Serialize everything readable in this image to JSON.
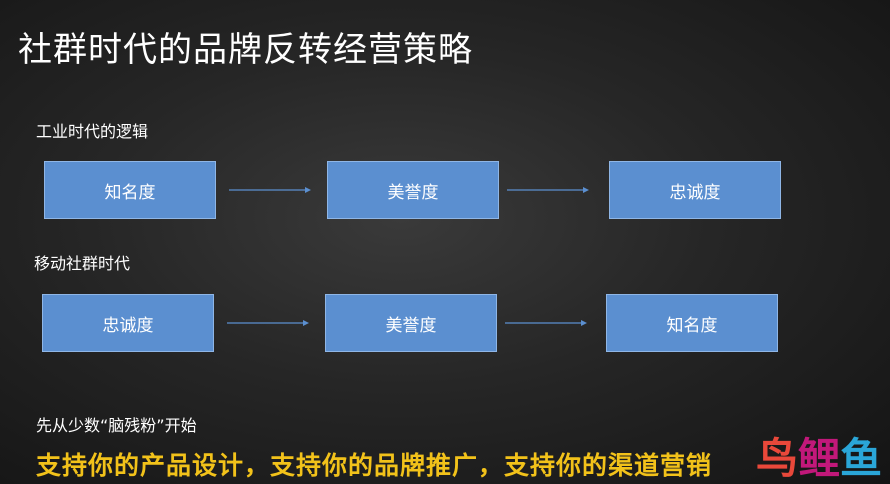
{
  "title": "社群时代的品牌反转经营策略",
  "rows": [
    {
      "label": "工业时代的逻辑",
      "steps": [
        "知名度",
        "美誉度",
        "忠诚度"
      ]
    },
    {
      "label": "移动社群时代",
      "steps": [
        "忠诚度",
        "美誉度",
        "知名度"
      ]
    }
  ],
  "note": "先从少数“脑残粉”开始",
  "highlight": "支持你的产品设计，支持你的品牌推广，支持你的渠道营销",
  "watermark": {
    "chars": [
      "鸟",
      "鲤",
      "鱼"
    ],
    "colors": [
      "#e9483a",
      "#c2187a",
      "#2aa6d8"
    ]
  }
}
